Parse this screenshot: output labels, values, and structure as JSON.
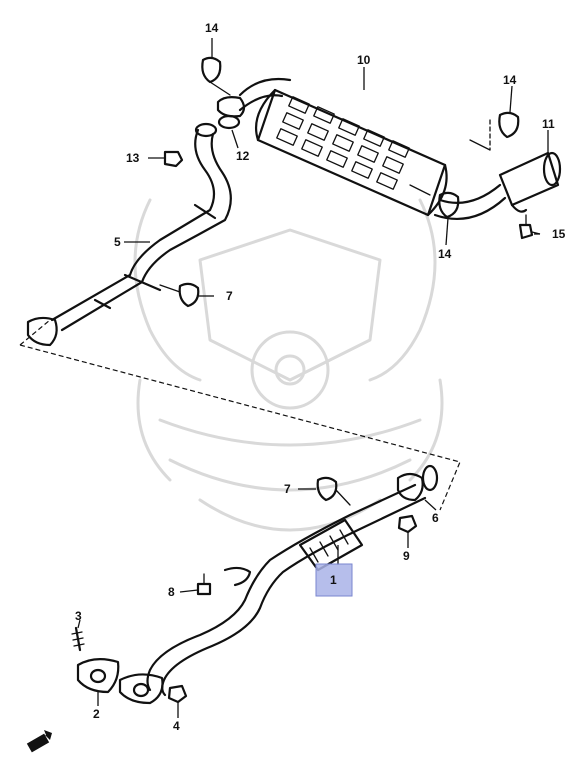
{
  "diagram": {
    "callouts": {
      "c1": "1",
      "c2": "2",
      "c3": "3",
      "c4": "4",
      "c5": "5",
      "c6": "6",
      "c7a": "7",
      "c7b": "7",
      "c8": "8",
      "c9": "9",
      "c10": "10",
      "c11": "11",
      "c12": "12",
      "c13": "13",
      "c14a": "14",
      "c14b": "14",
      "c14c": "14",
      "c15": "15"
    },
    "highlight_color": "#a9b3e8"
  }
}
